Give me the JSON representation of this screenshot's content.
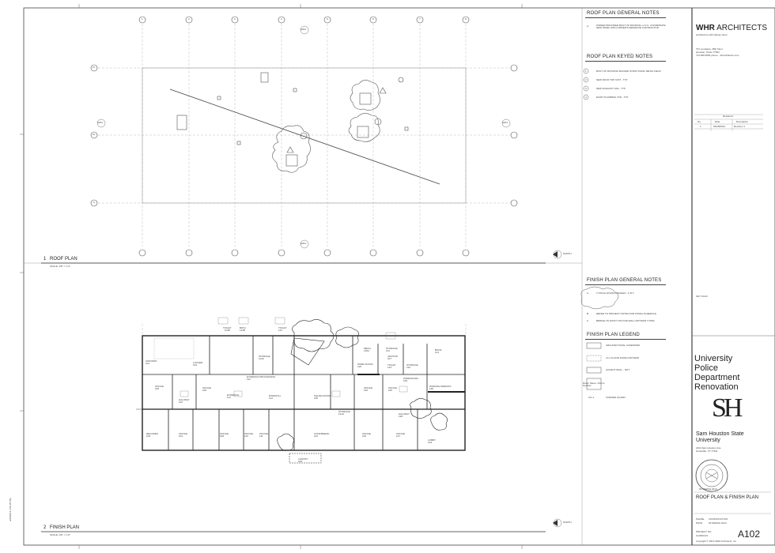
{
  "sheet": {
    "number": "A102",
    "title": "ROOF PLAN & FINISH PLAN",
    "phase_label": "PHASE:",
    "phase": "CONSTRUCTION",
    "date_label": "DATE:",
    "date": "03 MARCH 2014",
    "project_label": "PROJECT NO.",
    "project_no": "G12303-02",
    "copyright": "Copyright © 2014 WHR Architects, Inc.",
    "plot_stamp": "3/30/2014 3:56:25 PM",
    "seal_date": "03 MARCH 2014"
  },
  "firm": {
    "name_bold": "WHR",
    "name_rest": " ARCHITECTS",
    "tagline": "architecture with lasting intent",
    "address": "701 Louisiana, 45th Floor",
    "city": "Houston, Texas 77002",
    "contact": "713.665.5665 phone  ·  whrarchitects.com"
  },
  "revisions": {
    "title": "Revisions",
    "headers": [
      "No.",
      "Date",
      "Description"
    ],
    "rows": [
      [
        "1",
        "03/28/2014",
        "Revision 1"
      ]
    ]
  },
  "key_plan_label": "KEY PLAN",
  "project": {
    "title_lines": [
      "University",
      "Police",
      "Department",
      "Renovation"
    ],
    "monogram": "SH",
    "owner": "Sam Houston State",
    "owner_line2": "University",
    "address": "2424 Sam Houston Ave",
    "city": "Huntsville, TX 77341"
  },
  "roof_notes": {
    "title": "ROOF PLAN GENERAL NOTES",
    "items": [
      {
        "tag": "A.",
        "text": "OWNER PROVIDED BUILT UP ROOFING, H.V.C. COORDINATE NEW WORK WITH OWNER'S SEPARATE CONTRACTOR"
      }
    ]
  },
  "roof_keyed": {
    "title": "ROOF PLAN KEYED NOTES",
    "items": [
      {
        "tag": "1",
        "text": "BUILT UP ROOFING BACKED STRUCTURAL METAL DECK"
      },
      {
        "tag": "2",
        "text": "NEW ROOF TOP UNIT - TYP"
      },
      {
        "tag": "3",
        "text": "NEW EXHAUST FAN - TYP"
      },
      {
        "tag": "4",
        "text": "EXIST PLUMBING VTR - TYP"
      }
    ]
  },
  "finish_notes": {
    "title": "FINISH PLAN GENERAL NOTES",
    "items": [
      {
        "tag": "A.",
        "text": "TYPICAL ROOM FINISHES - C.R.T."
      },
      {
        "tag": "B.",
        "text": "REFER TO PROJECT NOTES FOR FINISH SCHEDULE"
      },
      {
        "tag": "C.",
        "text": "BRIDGE TO EXIST VTR FOR WALL PATTERN TYPES"
      }
    ]
  },
  "finish_legend": {
    "title": "FINISH PLAN LEGEND",
    "items": [
      {
        "tag": "",
        "text": "ARCHITECTURAL CASEWORK"
      },
      {
        "tag": "",
        "text": "LT-1 FLOOR FINISH PATTERN"
      },
      {
        "tag": "",
        "text": "ACCENT WALL - NOT"
      },
      {
        "tag": "",
        "text": "Room Name / Room Number"
      },
      {
        "tag": "CG-1",
        "text": "CORNER GUARD"
      }
    ]
  },
  "views": [
    {
      "number": "1",
      "title": "ROOF PLAN",
      "scale": "SCALE:   1/8\" = 1'-0\""
    },
    {
      "number": "2",
      "title": "FINISH PLAN",
      "scale": "SCALE:   1/8\" = 1'-0\""
    }
  ],
  "north_label": "NORTH",
  "grid": {
    "columns": [
      "1",
      "2",
      "3",
      "4",
      "5",
      "6",
      "7",
      "8"
    ],
    "rows": [
      "11",
      "10",
      "9"
    ],
    "view_tag": "A201"
  },
  "rooms": [
    {
      "name": "TOILET",
      "num": "114B"
    },
    {
      "name": "BATH",
      "num": "114B"
    },
    {
      "name": "TOILET",
      "num": "113"
    },
    {
      "name": "MECH",
      "num": "115A"
    },
    {
      "name": "STORAGE",
      "num": "131"
    },
    {
      "name": "BOOK",
      "num": "131"
    },
    {
      "name": "JANITOR",
      "num": "107"
    },
    {
      "name": "UNIFORM",
      "num": "101"
    },
    {
      "name": "LOCKER",
      "num": "103"
    },
    {
      "name": "STORAGE",
      "num": "113A"
    },
    {
      "name": "WORK ROOM",
      "num": "118"
    },
    {
      "name": "TOILET",
      "num": "123"
    },
    {
      "name": "STORAGE",
      "num": "124"
    },
    {
      "name": "EVIDENCE PROCESSING",
      "num": "112"
    },
    {
      "name": "OFFICE",
      "num": "105"
    },
    {
      "name": "OFFICE",
      "num": "106"
    },
    {
      "name": "SQUAD ROOM",
      "num": "119"
    },
    {
      "name": "OFFICE",
      "num": "120"
    },
    {
      "name": "OFFICE",
      "num": "125"
    },
    {
      "name": "WORKROOM",
      "num": "129"
    },
    {
      "name": "PARKING PERMITS",
      "num": "130"
    },
    {
      "name": "EVIDENCE",
      "num": "113"
    },
    {
      "name": "DISPATCH",
      "num": "114"
    },
    {
      "name": "HALLWAY",
      "num": "102"
    },
    {
      "name": "STORAGE",
      "num": "121A"
    },
    {
      "name": "HALLWAY",
      "num": "128"
    },
    {
      "name": "RECORDS",
      "num": "109"
    },
    {
      "name": "OFFICE",
      "num": "104"
    },
    {
      "name": "OFFICE",
      "num": "108"
    },
    {
      "name": "OFFICE",
      "num": "110"
    },
    {
      "name": "OFFICE",
      "num": "111"
    },
    {
      "name": "CONF/BREAK",
      "num": "116"
    },
    {
      "name": "OFFICE",
      "num": "126"
    },
    {
      "name": "OFFICE",
      "num": "127"
    },
    {
      "name": "LOBBY",
      "num": "129"
    },
    {
      "name": "CANOPY",
      "num": "100"
    }
  ]
}
